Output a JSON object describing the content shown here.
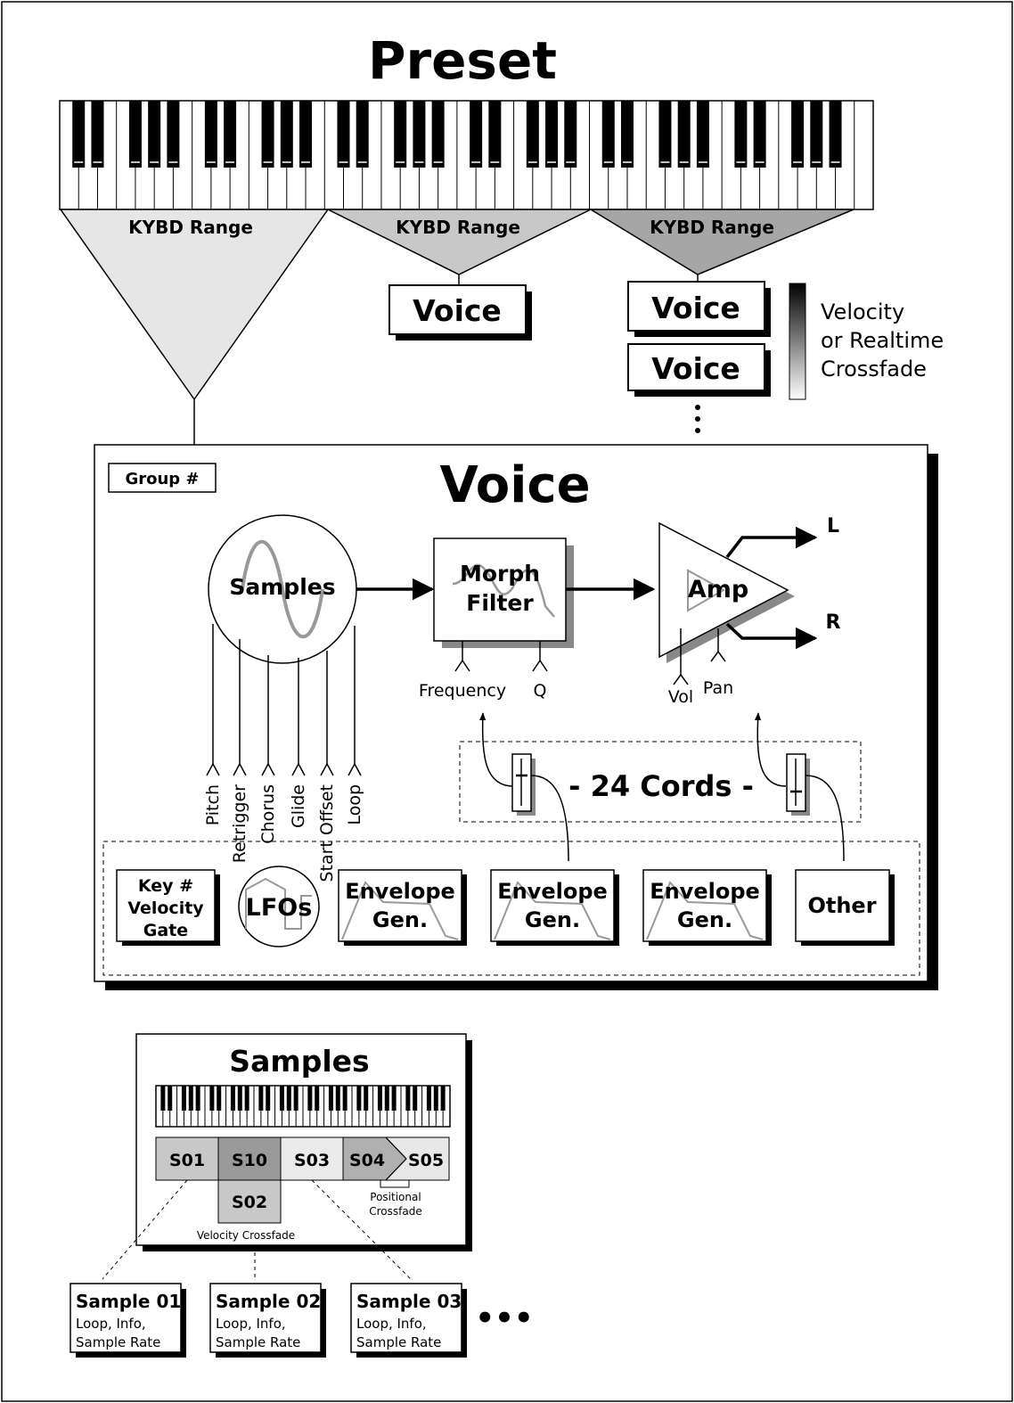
{
  "title": "Preset",
  "zones": [
    {
      "label": "KYBD Range"
    },
    {
      "label": "KYBD Range"
    },
    {
      "label": "KYBD Range"
    }
  ],
  "voice_boxes": [
    "Voice",
    "Voice",
    "Voice"
  ],
  "crossfade_legend": [
    "Velocity",
    "or Realtime",
    "Crossfade"
  ],
  "voice_panel": {
    "group_label": "Group #",
    "title": "Voice",
    "samples_label": "Samples",
    "filter_label": [
      "Morph",
      "Filter"
    ],
    "amp_label": "Amp",
    "left_out": "L",
    "right_out": "R",
    "sample_inputs": [
      "Pitch",
      "Retrigger",
      "Chorus",
      "Glide",
      "Start Offset",
      "Loop"
    ],
    "filter_inputs": [
      "Frequency",
      "Q"
    ],
    "amp_inputs": [
      "Vol",
      "Pan"
    ],
    "cords_label": "- 24 Cords -",
    "sources": [
      {
        "lines": [
          "Key #",
          "Velocity",
          "Gate"
        ]
      },
      {
        "lines": [
          "LFOs"
        ]
      },
      {
        "lines": [
          "Envelope",
          "Gen."
        ]
      },
      {
        "lines": [
          "Envelope",
          "Gen."
        ]
      },
      {
        "lines": [
          "Envelope",
          "Gen."
        ]
      },
      {
        "lines": [
          "Other"
        ]
      }
    ]
  },
  "samples_panel": {
    "title": "Samples",
    "zones": [
      "S01",
      "S10",
      "S03",
      "S04",
      "S05"
    ],
    "stacked_zone": "S02",
    "velocity_label": "Velocity Crossfade",
    "positional_label": [
      "Positional",
      "Crossfade"
    ]
  },
  "sample_cards": [
    {
      "title": "Sample 01",
      "lines": [
        "Loop, Info,",
        "Sample Rate"
      ]
    },
    {
      "title": "Sample 02",
      "lines": [
        "Loop, Info,",
        "Sample Rate"
      ]
    },
    {
      "title": "Sample 03",
      "lines": [
        "Loop, Info,",
        "Sample Rate"
      ]
    }
  ],
  "more_label": "•••"
}
